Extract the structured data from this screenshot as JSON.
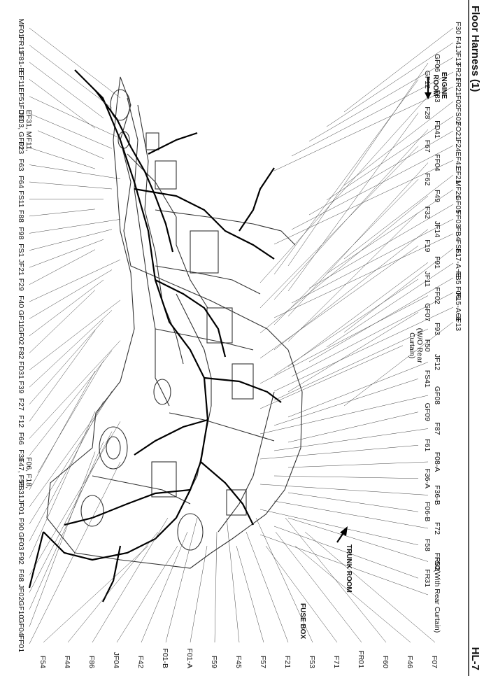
{
  "header": {
    "title": "Floor Harness (1)",
    "page": "HL-7"
  },
  "annotations": {
    "engine_room": [
      "ENGINE",
      "ROOM"
    ],
    "trunk_room": [
      "TRUNK ROOM"
    ],
    "fuse_box": [
      "FUSE BOX"
    ]
  },
  "connectors_top": [
    "F30",
    "F41",
    "JF13",
    "FR21",
    "FR21",
    "F02",
    "FS02",
    "FO21",
    "F24",
    "EF41",
    "EF21",
    "MF21",
    "GF05",
    "FF03",
    "FB4",
    "FS51",
    "F17-A~E",
    "FB5",
    "F06",
    "F15-A~E",
    "GF13"
  ],
  "connectors_left": [
    "MF01",
    "FR11",
    "F81-B",
    "EF11",
    "EF51",
    "FD11",
    "EF31, MF11,|JF03, GF01",
    "F23",
    "F63",
    "F64",
    "FS11",
    "F88",
    "F98",
    "FS1",
    "JF21",
    "F29",
    "F40",
    "GF11",
    "GF02",
    "F82",
    "FD31",
    "F39",
    "F27",
    "F12",
    "F66",
    "F31",
    "F06, F18,|F47, F55",
    "FS31",
    "JF01",
    "F90",
    "GF03",
    "F92",
    "F68",
    "JF02",
    "GF10",
    "GF04",
    "FF01"
  ],
  "connectors_bottom": [
    "F54",
    "F44",
    "F86",
    "JF04",
    "F42",
    "F01-B",
    "F01-A",
    "F59",
    "F45",
    "F57",
    "F21",
    "F53",
    "F71",
    "FR01",
    "F60",
    "F46",
    "F07"
  ],
  "connectors_right": [
    "GF06",
    "GF12",
    "F83",
    "F28",
    "FD41",
    "F67",
    "FF04",
    "F62",
    "F49",
    "F32",
    "JF14",
    "F19",
    "F91",
    "JF11",
    "FF02",
    "GF07",
    "F93",
    "F50|(W/O Rear|Curtain)",
    "JF12",
    "FS41",
    "GF08",
    "GF09",
    "F87",
    "F61",
    "F08-A",
    "F36-A",
    "F36-B",
    "F06-B",
    "F72",
    "F58",
    "FR02",
    "FR31",
    "F50(With Rear Curtain)"
  ]
}
